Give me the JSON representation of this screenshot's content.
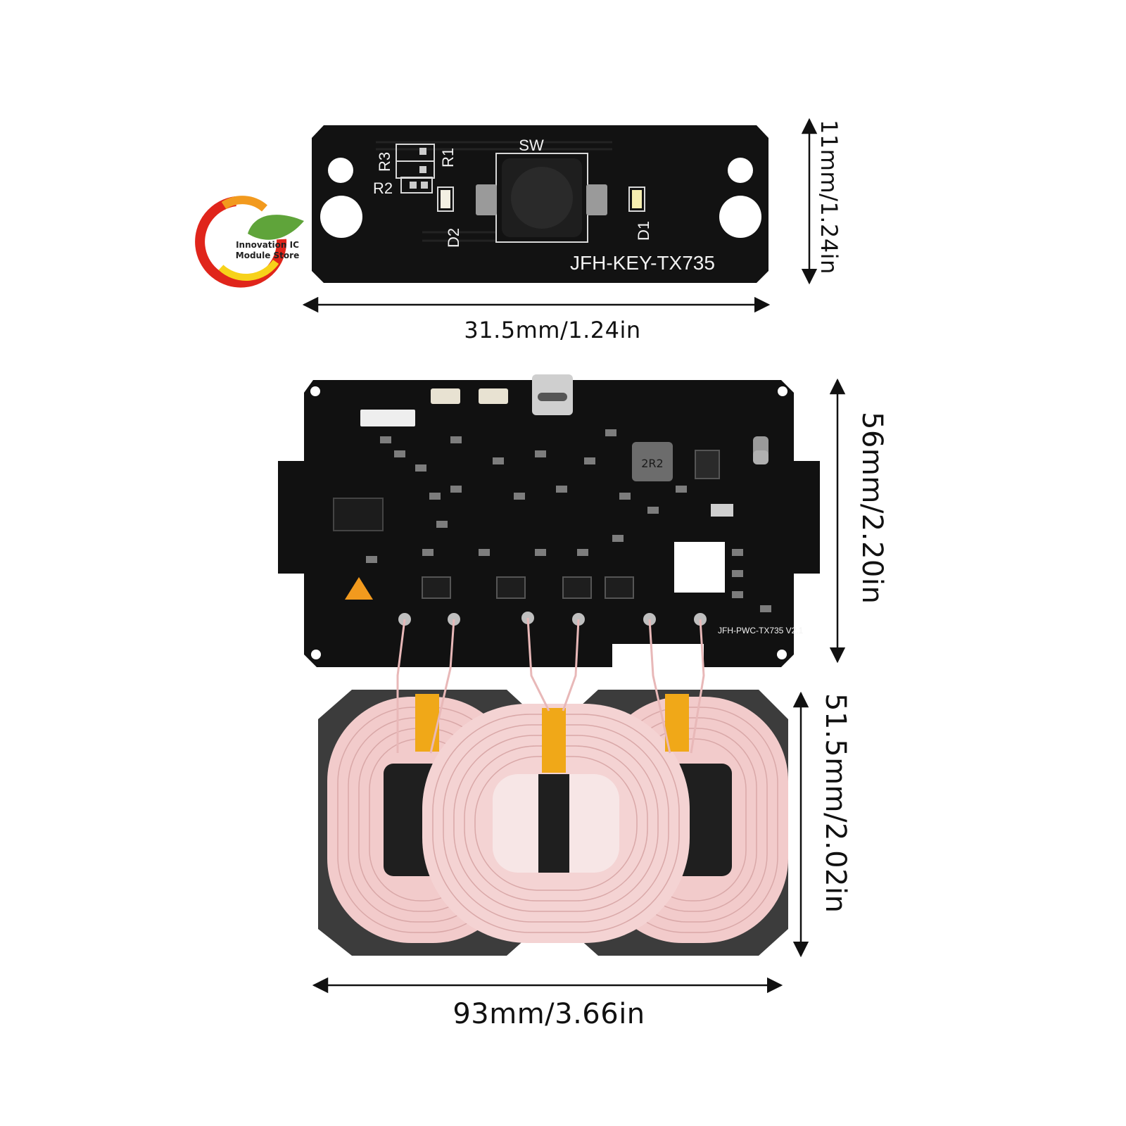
{
  "brand": {
    "line1": "Innovation IC",
    "line2": "Module Store",
    "colors": {
      "red": "#e0251b",
      "orange": "#f29a1e",
      "yellow": "#f7d21a",
      "green": "#5fa43a"
    }
  },
  "key_board": {
    "model": "JFH-KEY-TX735",
    "labels": {
      "switch": "SW",
      "r1": "R1",
      "r2": "R2",
      "r3": "R3",
      "d1": "D1",
      "d2": "D2"
    },
    "width_label": "31.5mm/1.24in",
    "height_label": "11mm/1.24in"
  },
  "main_board": {
    "model": "JFH-PWC-TX735 V2.1",
    "inductor_label": "2R2",
    "height_label": "56mm/2.20in"
  },
  "coil_pad": {
    "width_label": "93mm/3.66in",
    "height_label": "51.5mm/2.02in"
  },
  "colors": {
    "pcb": "#111111",
    "coil_wire": "#f2cbcb",
    "coil_tape": "#f0a818",
    "ferrite": "#3c3c3c"
  }
}
